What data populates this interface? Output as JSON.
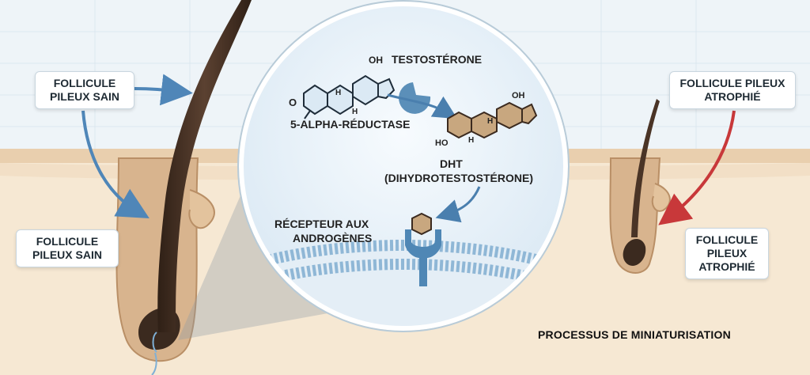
{
  "labels": {
    "healthy_top": "FOLLICULE\nPILEUX SAIN",
    "healthy_bottom": "FOLLICULE\nPILEUX SAIN",
    "atrophied_top": "FOLLICULE PILEUX\nATROPHIÉ",
    "atrophied_bottom": "FOLLICULE\nPILEUX\nATROPHIÉ"
  },
  "inset": {
    "testosterone": "TESTOSTÉRONE",
    "enzyme": "5-ALPHA-RÉDUCTASE",
    "dht_line1": "DHT",
    "dht_line2": "(DIHYDROTESTOSTÉRONE)",
    "receptor_line1": "RÉCEPTEUR AUX",
    "receptor_line2": "ANDROGÈNES",
    "oh": "OH",
    "ho": "HO",
    "o": "O",
    "h": "H"
  },
  "caption": "PROCESSUS DE MINIATURISATION",
  "colors": {
    "skin": "#f6e8d3",
    "skin_surface": "#e9cfae",
    "hair": "#4a3426",
    "follicle": "#d8b48e",
    "blue_arrow": "#4f86b8",
    "red_arrow": "#c8383a",
    "membrane": "#8fb7d6",
    "receptor": "#4f87b5",
    "hormone": "#c8a77f"
  }
}
